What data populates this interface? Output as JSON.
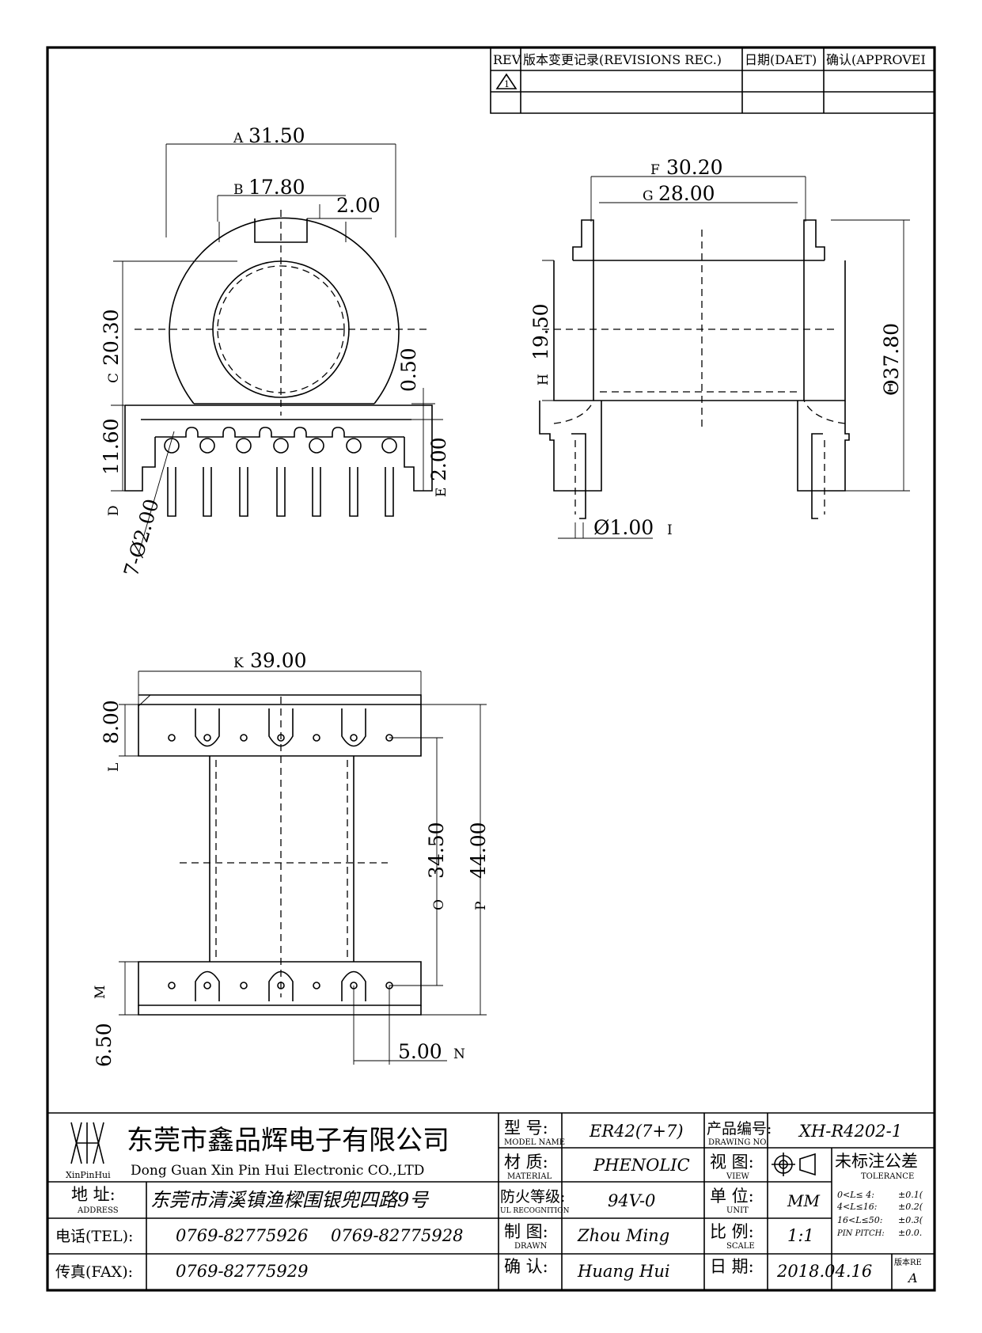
{
  "revision_table": {
    "headers": [
      "REV.",
      "版本变更记录(REVISIONS REC.)",
      "日期(DAET)",
      "确认(APPROVEI"
    ],
    "first_rev_mark": "1"
  },
  "front_view": {
    "dim_A": "31.50",
    "dim_A_tag": "A",
    "dim_B": "17.80",
    "dim_B_tag": "B",
    "dim_slot": "2.00",
    "dim_C": "20.30",
    "dim_C_tag": "C",
    "dim_gap": "0.50",
    "dim_D": "11.60",
    "dim_D_tag": "D",
    "dim_E": "2.00",
    "dim_E_tag": "E",
    "dim_pins": "7-Ø2.00"
  },
  "side_view": {
    "dim_F": "30.20",
    "dim_F_tag": "F",
    "dim_G": "28.00",
    "dim_G_tag": "G",
    "dim_H": "19.50",
    "dim_H_tag": "H",
    "dim_total": "Θ37.80",
    "dim_I": "Ø1.00",
    "dim_I_tag": "I"
  },
  "bottom_view": {
    "dim_K": "39.00",
    "dim_K_tag": "K",
    "dim_L": "8.00",
    "dim_L_tag": "L",
    "dim_O": "34.50",
    "dim_O_tag": "O",
    "dim_P": "44.00",
    "dim_P_tag": "P",
    "dim_M": "6.50",
    "dim_M_tag": "M",
    "dim_N": "5.00",
    "dim_N_tag": "N"
  },
  "title_block": {
    "company_cn": "东莞市鑫品辉电子有限公司",
    "company_en": "Dong Guan Xin Pin Hui Electronic CO.,LTD",
    "logo_text": "XinPinHui",
    "address_label": "地  址:",
    "address_label_en": "ADDRESS",
    "address": "东莞市清溪镇渔樑围银兜四路9号",
    "tel_label": "电话(TEL):",
    "tel1": "0769-82775926",
    "tel2": "0769-82775928",
    "fax_label": "传真(FAX):",
    "fax": "0769-82775929",
    "model_label": "型  号:",
    "model_label_en": "MODEL NAME",
    "model": "ER42(7+7)",
    "material_label": "材  质:",
    "material_label_en": "MATERIAL",
    "material": "PHENOLIC",
    "flame_label": "防火等级:",
    "flame_label_en": "UL RECOGNITION",
    "flame": "94V-0",
    "drawn_label": "制  图:",
    "drawn_label_en": "DRAWN",
    "drawn": "Zhou Ming",
    "confirm_label": "确  认:",
    "confirm": "Huang Hui",
    "drawing_no_label": "产品编号:",
    "drawing_no_label_en": "DRAWING NO.",
    "drawing_no": "XH-R4202-1",
    "view_label": "视  图:",
    "view_label_en": "VIEW",
    "unit_label": "单  位:",
    "unit_label_en": "UNIT",
    "unit": "MM",
    "scale_label": "比  例:",
    "scale_label_en": "SCALE",
    "scale": "1:1",
    "date_label": "日  期:",
    "date": "2018.04.16",
    "tolerance_title": "未标注公差",
    "tolerance_en": "TOLERANCE",
    "tolerance_rows": [
      [
        "0<L≤ 4:",
        "±0.1("
      ],
      [
        "4<L≤16:",
        "±0.2("
      ],
      [
        "16<L≤50:",
        "±0.3("
      ],
      [
        "PIN PITCH:",
        "±0.0."
      ]
    ],
    "version_label": "版本RE",
    "version": "A"
  }
}
